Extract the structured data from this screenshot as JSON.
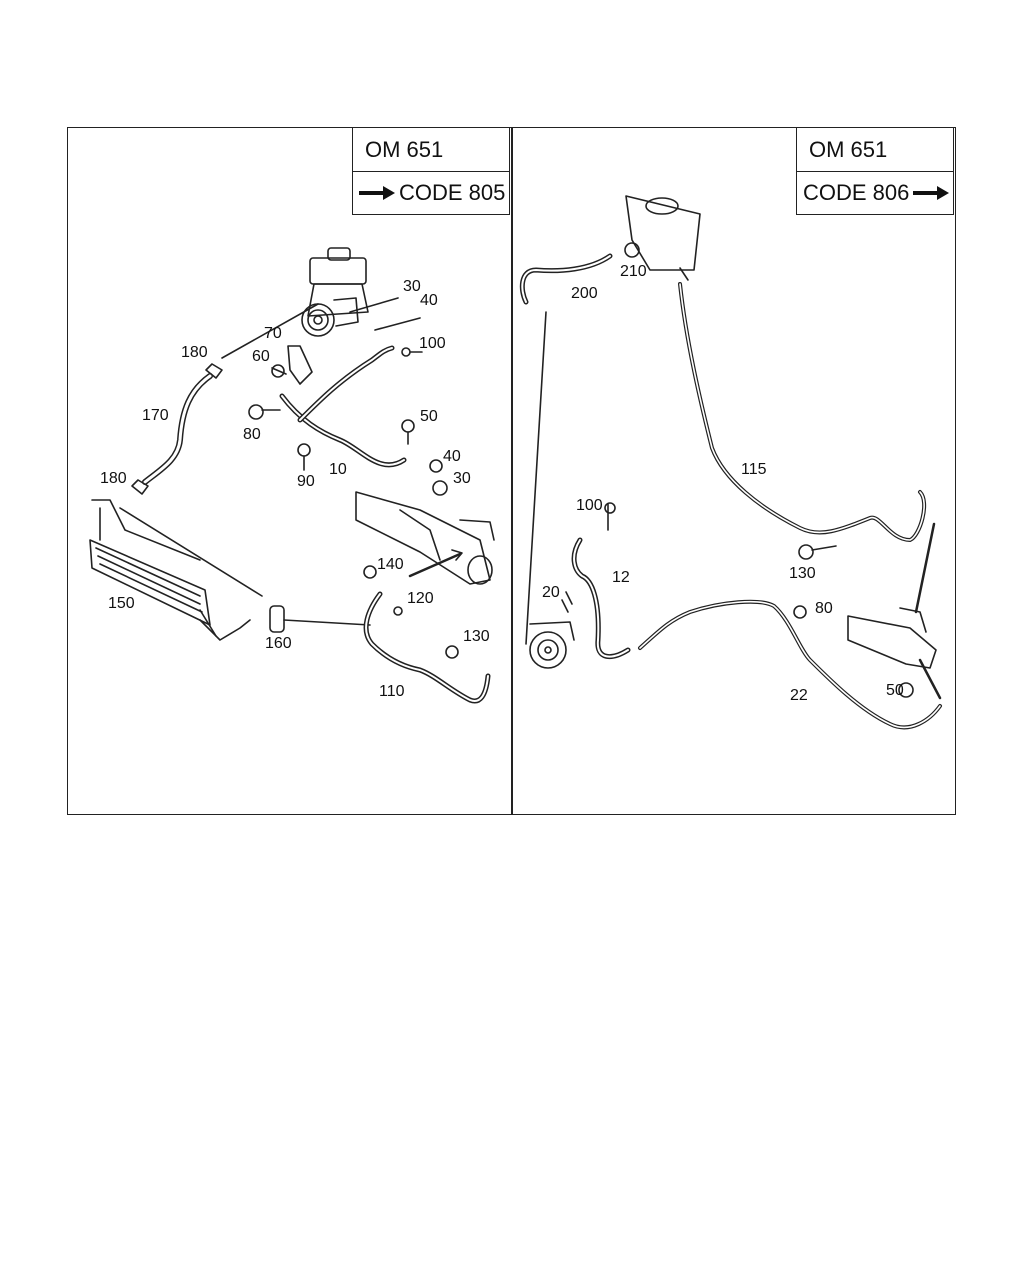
{
  "left_panel": {
    "engine": "OM 651",
    "code": "CODE 805",
    "callouts": [
      {
        "id": "l180a",
        "text": "180"
      },
      {
        "id": "l170",
        "text": "170"
      },
      {
        "id": "l180b",
        "text": "180"
      },
      {
        "id": "l150",
        "text": "150"
      },
      {
        "id": "l160",
        "text": "160"
      },
      {
        "id": "l70",
        "text": "70"
      },
      {
        "id": "l60",
        "text": "60"
      },
      {
        "id": "l80",
        "text": "80"
      },
      {
        "id": "l90",
        "text": "90"
      },
      {
        "id": "l10",
        "text": "10"
      },
      {
        "id": "l30a",
        "text": "30"
      },
      {
        "id": "l40a",
        "text": "40"
      },
      {
        "id": "l100",
        "text": "100"
      },
      {
        "id": "l50",
        "text": "50"
      },
      {
        "id": "l40b",
        "text": "40"
      },
      {
        "id": "l30b",
        "text": "30"
      },
      {
        "id": "l140",
        "text": "140"
      },
      {
        "id": "l120",
        "text": "120"
      },
      {
        "id": "l130",
        "text": "130"
      },
      {
        "id": "l110",
        "text": "110"
      }
    ]
  },
  "right_panel": {
    "engine": "OM 651",
    "code": "CODE 806",
    "callouts": [
      {
        "id": "r200",
        "text": "200"
      },
      {
        "id": "r210",
        "text": "210"
      },
      {
        "id": "r115",
        "text": "115"
      },
      {
        "id": "r100",
        "text": "100"
      },
      {
        "id": "r12",
        "text": "12"
      },
      {
        "id": "r20",
        "text": "20"
      },
      {
        "id": "r130",
        "text": "130"
      },
      {
        "id": "r80",
        "text": "80"
      },
      {
        "id": "r22",
        "text": "22"
      },
      {
        "id": "r50",
        "text": "50"
      }
    ]
  },
  "icons": [
    "arrow-right-icon",
    "arrow-right-icon"
  ]
}
